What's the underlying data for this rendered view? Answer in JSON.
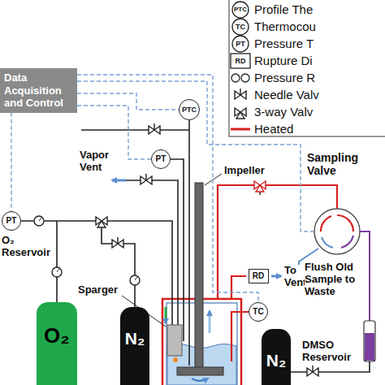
{
  "diagram": {
    "nodes": [
      {
        "text": [
          "Data Acquisition and Control"
        ]
      },
      {
        "text": [
          "PTC"
        ]
      },
      {
        "text": [
          "PT"
        ]
      },
      {
        "text": [
          "PT"
        ]
      },
      {
        "text": [
          "RD"
        ]
      },
      {
        "text": [
          "TC"
        ]
      },
      {
        "text": [
          "O₂"
        ]
      },
      {
        "text": [
          "N₂"
        ]
      },
      {
        "text": [
          "N₂"
        ]
      }
    ],
    "edges": [
      {
        "from": 0,
        "to": 1,
        "arrow": "none"
      },
      {
        "from": 0,
        "to": 2,
        "arrow": "none"
      },
      {
        "from": 0,
        "to": 3,
        "arrow": "none"
      },
      {
        "from": 0,
        "to": 5,
        "arrow": "none"
      }
    ],
    "labels": [
      "PTC",
      "TC",
      "PT",
      "RD",
      "Impeller",
      "Vapor Vent",
      "O₂ Reservoir",
      "Sparger",
      "To Vent",
      "Sampling Valve",
      "Flush Old Sample to Waste",
      "DMSO Reservoir"
    ],
    "legend": [
      {
        "text": "Profile The"
      },
      {
        "text": "Thermocou"
      },
      {
        "text": "Pressure T"
      },
      {
        "text": "Rupture Di"
      },
      {
        "text": "Pressure R"
      },
      {
        "text": "Needle Valv"
      },
      {
        "text": "3-way Valv"
      },
      {
        "text": "Heated"
      }
    ]
  }
}
